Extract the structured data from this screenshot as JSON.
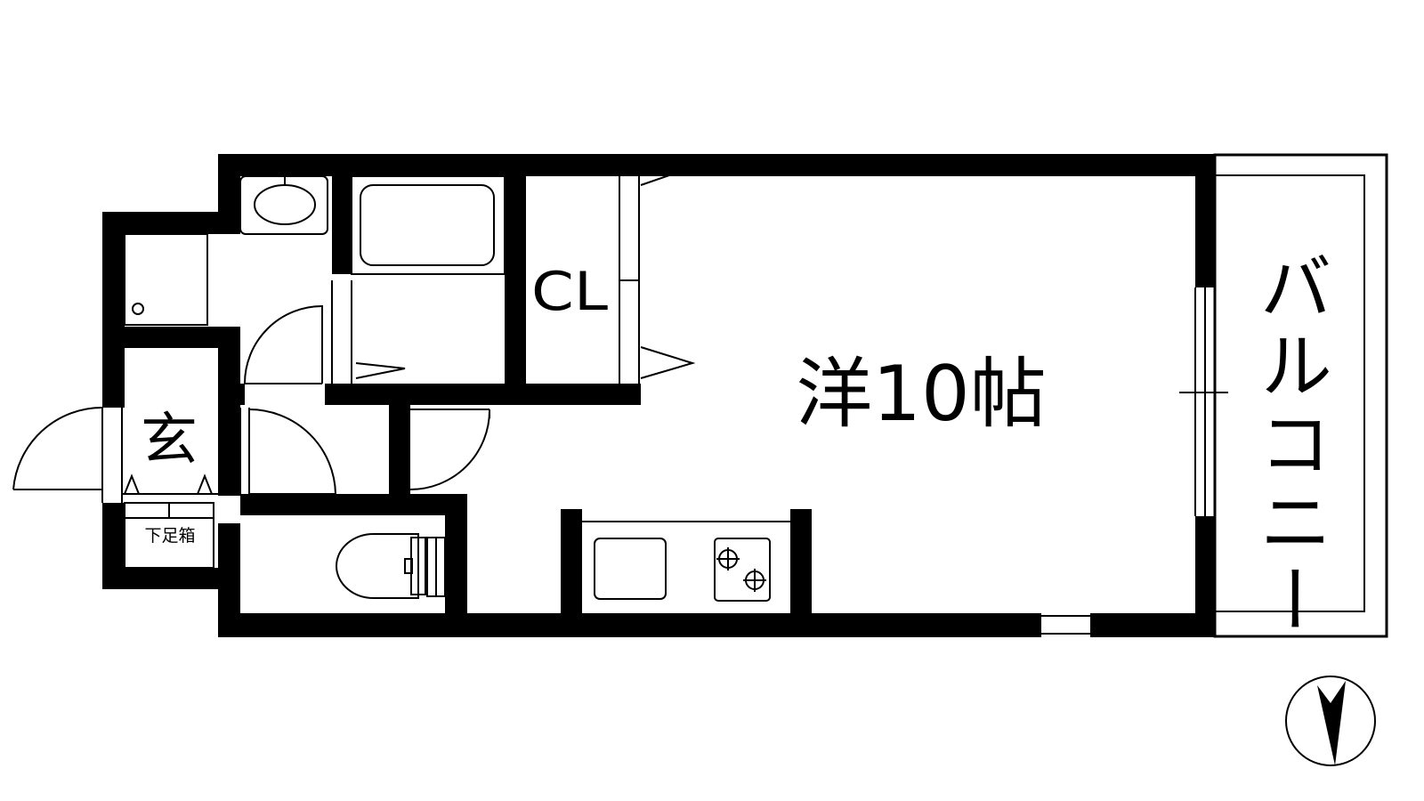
{
  "rooms": {
    "western_room": "洋10帖",
    "closet": "CL",
    "entrance": "玄",
    "shoe_cabinet": "下足箱",
    "balcony": "バルコニー"
  },
  "icons": [
    "north-arrow-icon",
    "washbasin-icon",
    "bathtub-icon",
    "toilet-icon",
    "stove-icon",
    "sink-icon"
  ],
  "colors": {
    "wall": "#000000",
    "background": "#ffffff"
  }
}
